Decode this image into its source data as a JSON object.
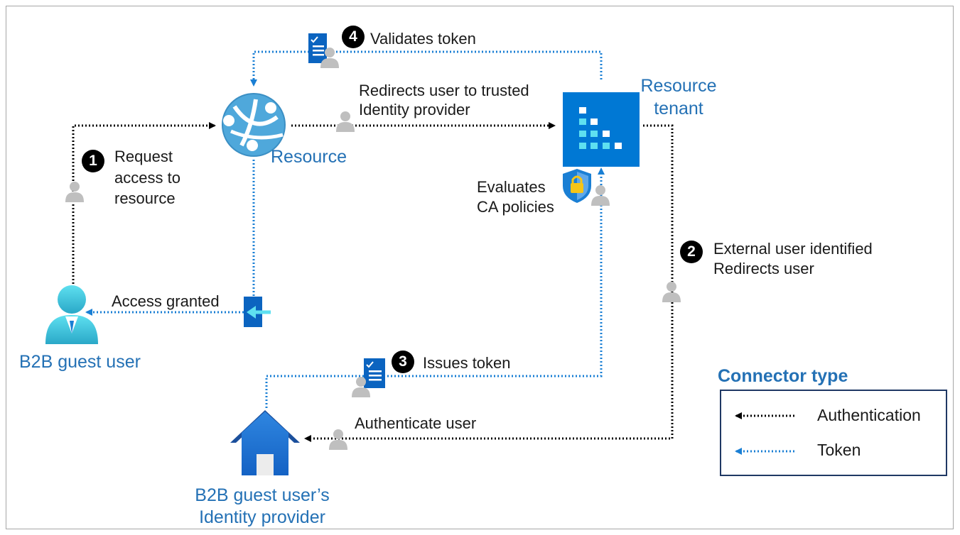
{
  "nodes": {
    "resource": "Resource",
    "resource_tenant_line1": "Resource",
    "resource_tenant_line2": "tenant",
    "guest_user": "B2B guest user",
    "identity_provider_line1": "B2B guest user’s",
    "identity_provider_line2": "Identity provider"
  },
  "steps": [
    {
      "number": "1",
      "lines": [
        "Request",
        "access to",
        "resource"
      ]
    },
    {
      "number": "2",
      "lines": [
        "External user identified",
        "Redirects user"
      ]
    },
    {
      "number": "3",
      "lines": [
        "Issues token"
      ]
    },
    {
      "number": "4",
      "lines": [
        "Validates token"
      ]
    }
  ],
  "labels": {
    "redirect_line1": "Redirects user to trusted",
    "redirect_line2": "Identity provider",
    "evaluate_line1": "Evaluates",
    "evaluate_line2": "CA policies",
    "access_granted": "Access granted",
    "authenticate_user": "Authenticate user"
  },
  "legend": {
    "title": "Connector type",
    "items": [
      {
        "label": "Authentication",
        "color": "#000000"
      },
      {
        "label": "Token",
        "color": "#1a7fd4"
      }
    ]
  },
  "colors": {
    "auth": "#000000",
    "token": "#1a7fd4",
    "node_text": "#2471b5",
    "person_gray": "#bfbfbf"
  },
  "icons": [
    "web-app-globe-icon",
    "tenant-building-icon",
    "shield-lock-icon",
    "user-icon",
    "home-icon",
    "token-document-icon",
    "sign-in-icon",
    "person-icon"
  ]
}
